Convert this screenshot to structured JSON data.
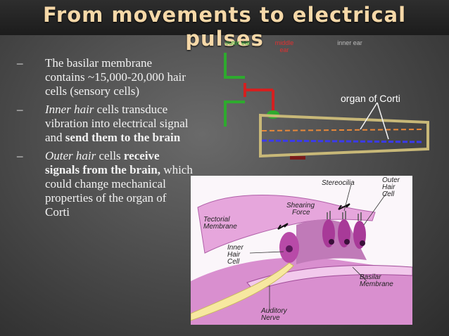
{
  "slide": {
    "title": "From movements to electrical pulses"
  },
  "bullets": [
    {
      "dash": "–",
      "parts": [
        {
          "text": "The basilar membrane contains ~15,000-20,000 hair cells (sensory cells)"
        }
      ]
    },
    {
      "dash": "–",
      "parts": [
        {
          "text": "Inner hair"
        },
        {
          "text": " cells transduce vibration into electrical signal and "
        },
        {
          "text": "send them to the brain"
        }
      ]
    },
    {
      "dash": "–",
      "parts": [
        {
          "text": "Outer hair"
        },
        {
          "text": " cells "
        },
        {
          "text": "receive signals from the brain,"
        },
        {
          "text": " which could change mechanical properties of the organ of Corti"
        }
      ]
    }
  ],
  "schematic": {
    "outer_ear": "outer ear",
    "middle_ear": "middle ear",
    "inner_ear": "inner ear",
    "organ_label": "organ of Corti",
    "colors": {
      "outer": "#2eaa2e",
      "middle": "#d42020",
      "inner": "#c8b878",
      "dashed_orange": "#e8883a",
      "dashed_blue": "#3a3aee"
    }
  },
  "figure": {
    "stereocilia": "Stereocilia",
    "outer_hair_cell": [
      "Outer",
      "Hair",
      "Cell"
    ],
    "shearing_force": [
      "Shearing",
      "Force"
    ],
    "tectorial": [
      "Tectorial",
      "Membrane"
    ],
    "inner_hair_cell": [
      "Inner",
      "Hair",
      "Cell"
    ],
    "basilar": [
      "Basilar",
      "Membrane"
    ],
    "auditory": [
      "Auditory",
      "Nerve"
    ]
  }
}
